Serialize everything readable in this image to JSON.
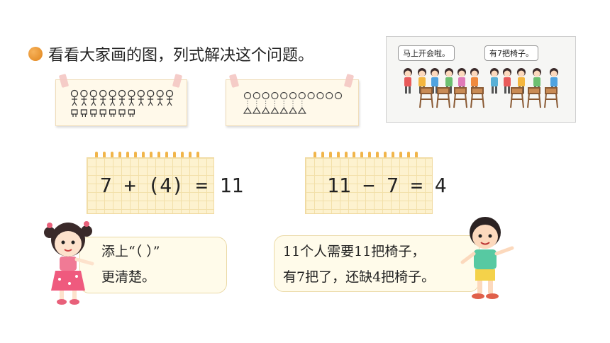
{
  "title": "看看大家画的图，列式解决这个问题。",
  "scene": {
    "bubble_left": "马上开会啦。",
    "bubble_right": "有7把椅子。"
  },
  "drawings": {
    "left_people_count": 11,
    "left_chairs_count": 7,
    "right_circles_count": 11,
    "right_triangles_count": 7
  },
  "equations": {
    "left": "7 + (4) = 11",
    "right": "11 − 7 = 4"
  },
  "girl_speech": {
    "line1": "添上“（    ）”",
    "line2": "更清楚。"
  },
  "boy_speech": {
    "line1": "11个人需要11把椅子，",
    "line2": "有7把了，还缺4把椅子。"
  },
  "colors": {
    "accent_dot": "#e8922a",
    "notepad": "#fdf2cf",
    "ring": "#f1b54a"
  }
}
